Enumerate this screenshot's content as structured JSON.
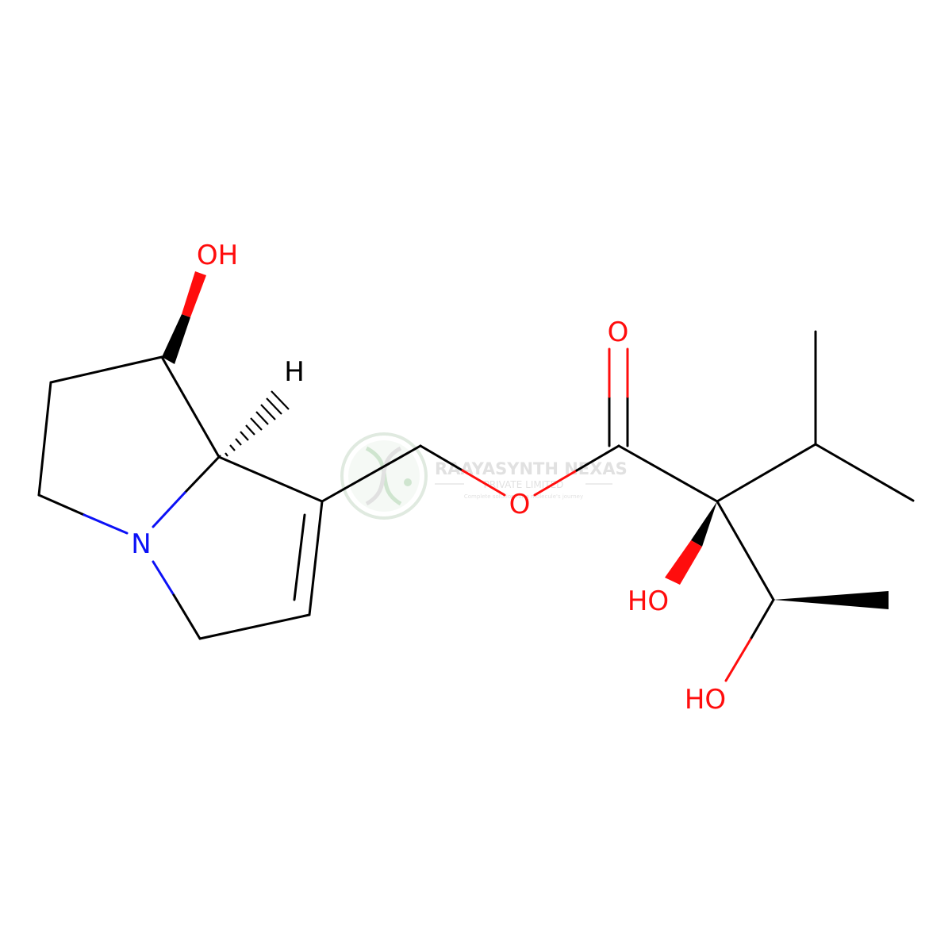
{
  "molecule": {
    "atom_labels": {
      "oh_top": "OH",
      "h_stereo": "H",
      "n_ring": "N",
      "o_ester": "O",
      "o_carbonyl": "O",
      "ho_alpha": "HO",
      "ho_side": "HO"
    },
    "colors": {
      "carbon": "#000000",
      "oxygen": "#ff0d0d",
      "nitrogen": "#0c11f6"
    }
  },
  "watermark": {
    "company": "RAAYASYNTH NEXAS",
    "subtitle": "PRIVATE LIMITED",
    "tagline": "Complete solution for a molecule's journey",
    "logo_icon": "dna-helix-icon",
    "color": "#b8c8b8"
  }
}
